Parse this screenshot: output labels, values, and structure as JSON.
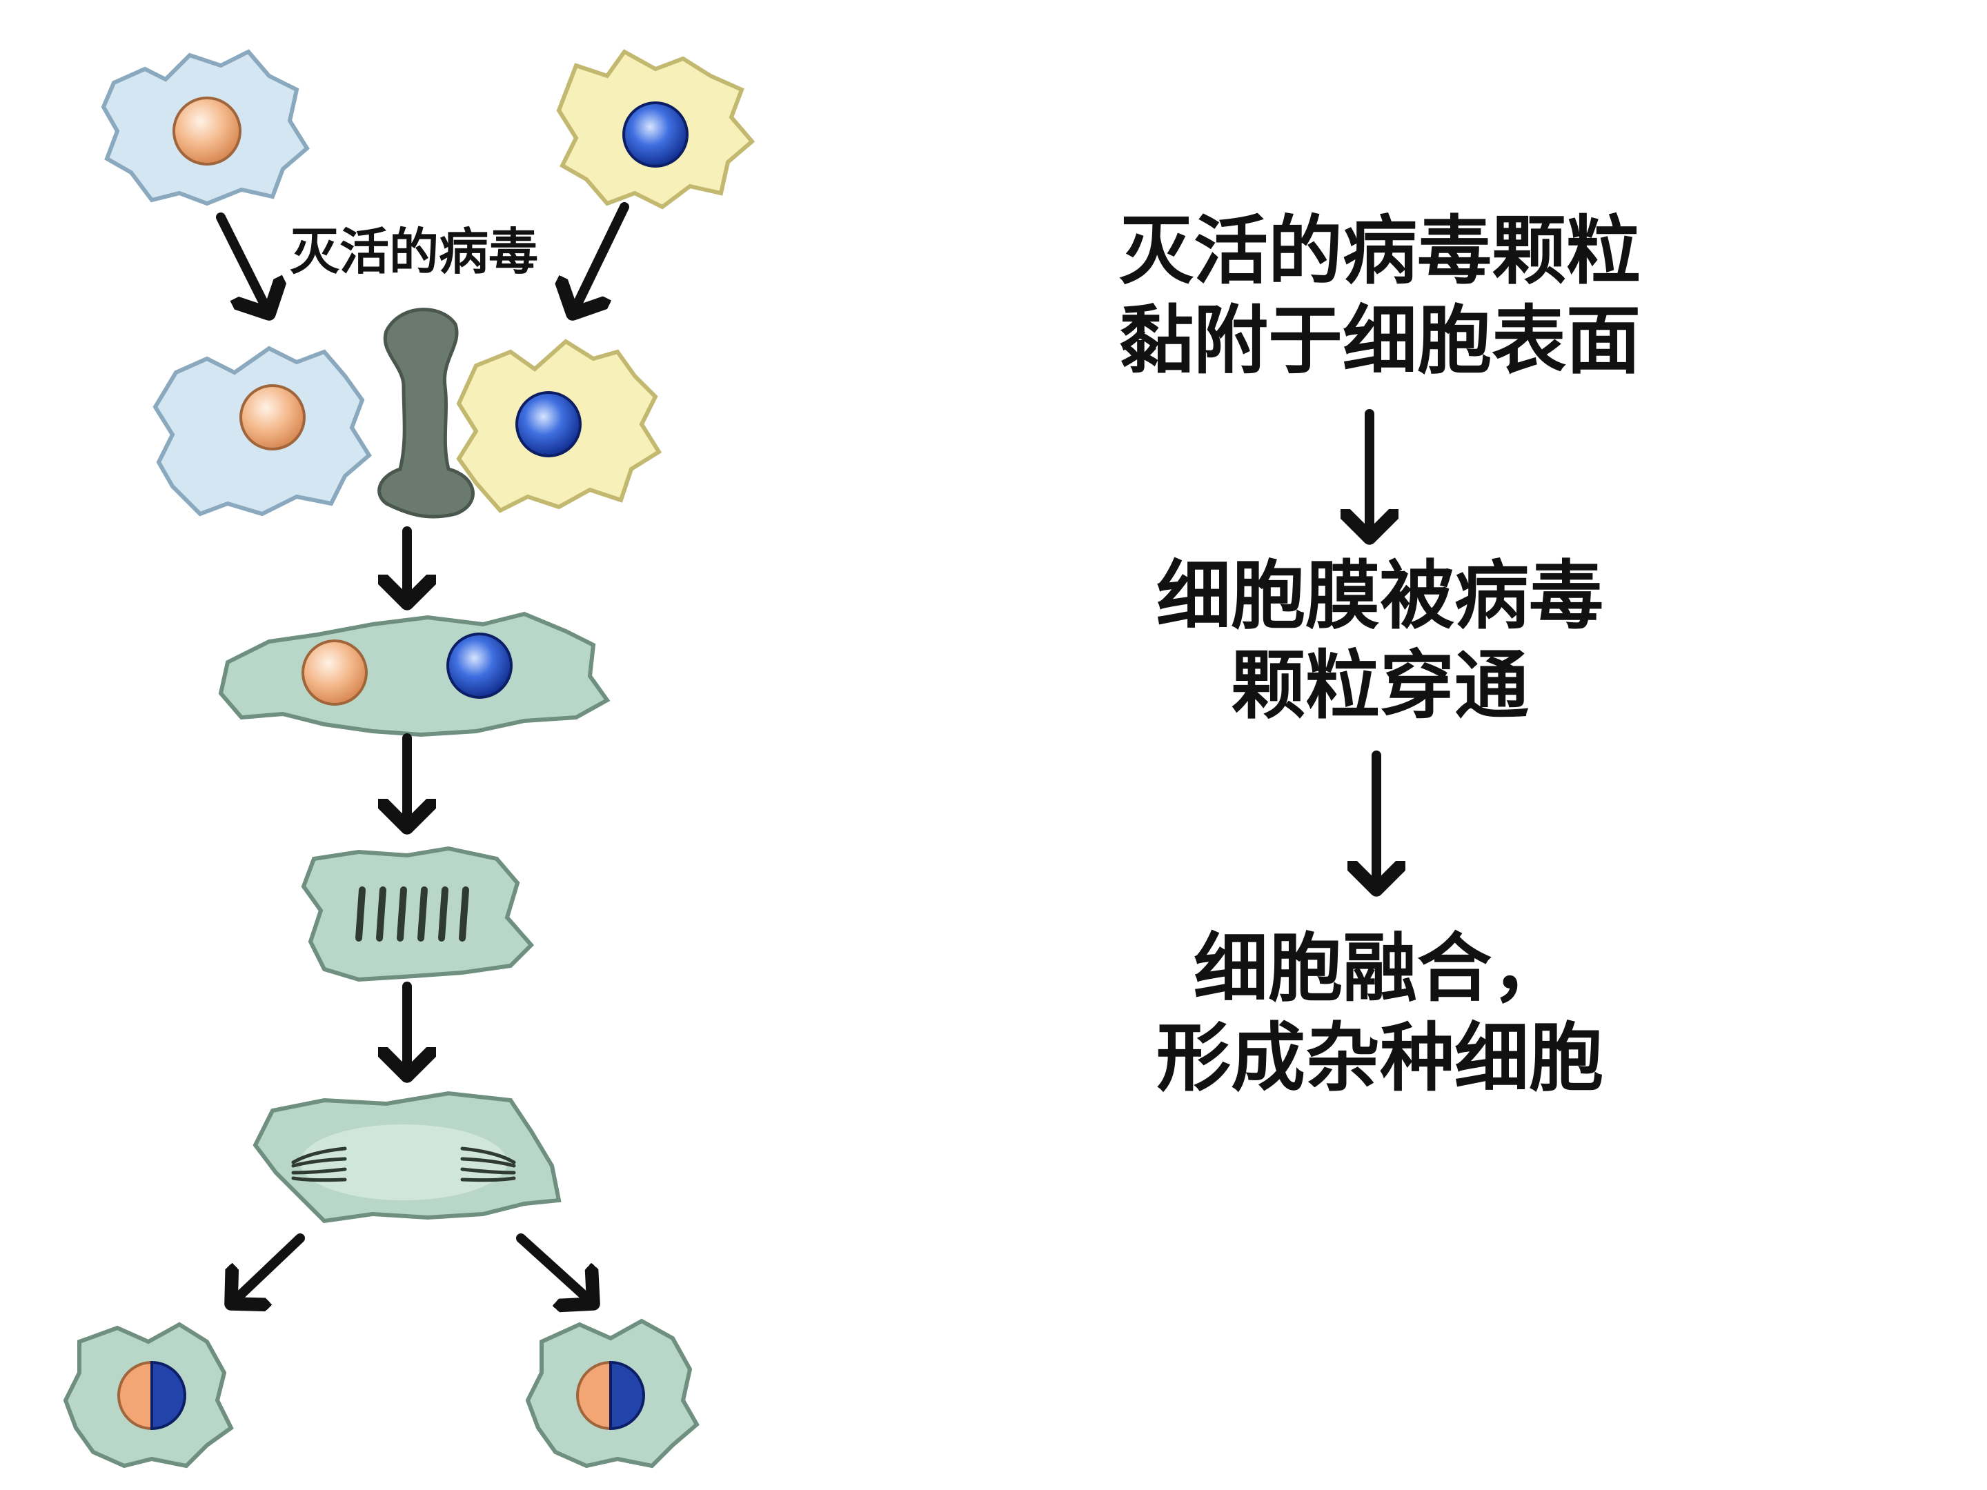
{
  "diagram": {
    "virus_label": "灭活的病毒",
    "steps": [
      {
        "lines": [
          "灭活的病毒颗粒",
          "黏附于细胞表面"
        ]
      },
      {
        "lines": [
          "细胞膜被病毒",
          "颗粒穿通"
        ]
      },
      {
        "lines": [
          "细胞融合，",
          "形成杂种细胞"
        ]
      }
    ]
  },
  "colors": {
    "cell_a_fill": "#d4e6f1",
    "cell_a_stroke": "#8aa9bf",
    "cell_b_fill": "#f7f1b9",
    "cell_b_stroke": "#c2b86f",
    "fused_fill": "#b9d7c9",
    "fused_stroke": "#6f8f80",
    "nucleus_orange": "#f4a574",
    "nucleus_blue": "#2244aa",
    "virus_fill": "#6b7a6e",
    "arrow": "#111111",
    "text": "#111111"
  },
  "icons": [
    "cell-a-icon",
    "cell-b-icon",
    "virus-particle-icon",
    "fused-cell-icon",
    "dividing-cell-icon",
    "hybrid-cell-icon",
    "down-arrow-icon"
  ]
}
